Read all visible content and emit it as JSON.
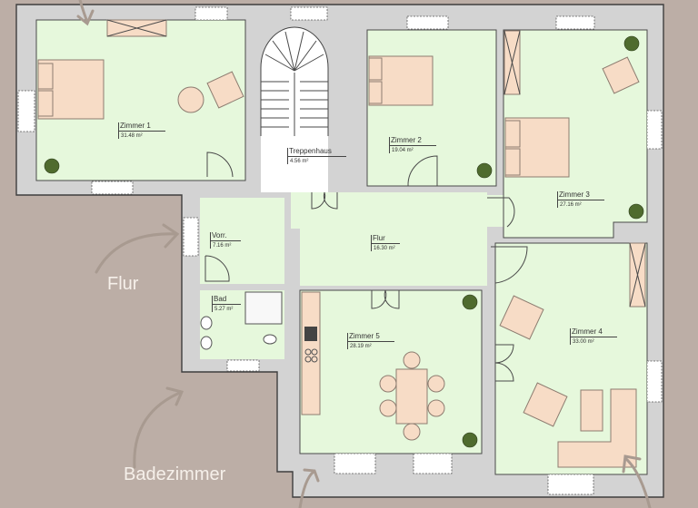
{
  "floorplan": {
    "background_color": "#bcaea6",
    "room_fill_color": "#e6f8dc",
    "wall_color": "#d3d3d3",
    "furniture_color": "#f7dcc6",
    "rooms": [
      {
        "name": "Zimmer 1",
        "area": "31.48 m²"
      },
      {
        "name": "Treppenhaus",
        "area": "4.56 m²"
      },
      {
        "name": "Zimmer 2",
        "area": "19.04 m²"
      },
      {
        "name": "Zimmer 3",
        "area": "27.16 m²"
      },
      {
        "name": "Vorr.",
        "area": "7.16 m²"
      },
      {
        "name": "Flur",
        "area": "16.30 m²"
      },
      {
        "name": "Bad",
        "area": "5.27 m²"
      },
      {
        "name": "Zimmer 5",
        "area": "28.19 m²"
      },
      {
        "name": "Zimmer 4",
        "area": "33.00 m²"
      }
    ]
  },
  "annotations": {
    "flur_label": "Flur",
    "badezimmer_label": "Badezimmer"
  }
}
